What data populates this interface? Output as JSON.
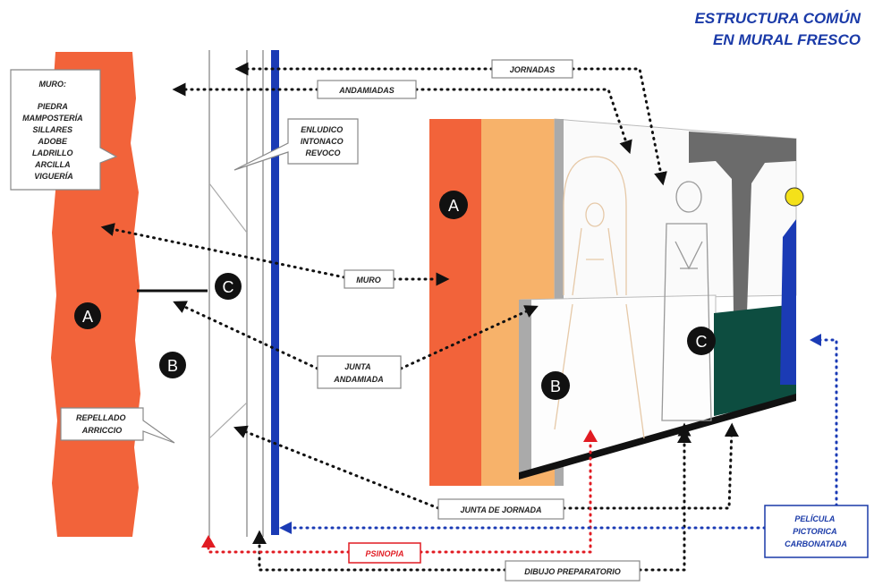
{
  "title": {
    "line1": "ESTRUCTURA COMÚN",
    "line2": "EN MURAL FRESCO"
  },
  "colors": {
    "wall": "#f2633a",
    "wall_light": "#f7b26a",
    "blue_layer": "#1b3bb5",
    "title_blue": "#1a3aa8",
    "red_marker": "#e11b22",
    "dark_green": "#0d4d40",
    "gray": "#6b6b6b"
  },
  "labels": {
    "muro_box": [
      "MURO:",
      "PIEDRA",
      "MAMPOSTERÍA",
      "SILLARES",
      "ADOBE",
      "LADRILLO",
      "ARCILLA",
      "VIGUERÍA"
    ],
    "enlucido_box": [
      "ENLUDICO",
      "INTONACO",
      "REVOCO"
    ],
    "repellado_box": [
      "REPELLADO",
      "ARRICCIO"
    ],
    "jornadas": "JORNADAS",
    "andamiadas": "ANDAMIADAS",
    "muro": "MURO",
    "junta_andamiada": [
      "JUNTA",
      "ANDAMIADA"
    ],
    "junta_jornada": "JUNTA DE JORNADA",
    "pelicula_box": [
      "PELÍCULA",
      "PICTORICA",
      "CARBONATADA"
    ],
    "sinopia": "PSINOPIA",
    "dibujo": "DIBUJO PREPARATORIO"
  },
  "layer_markers": {
    "a": "A",
    "b": "B",
    "c": "C"
  }
}
